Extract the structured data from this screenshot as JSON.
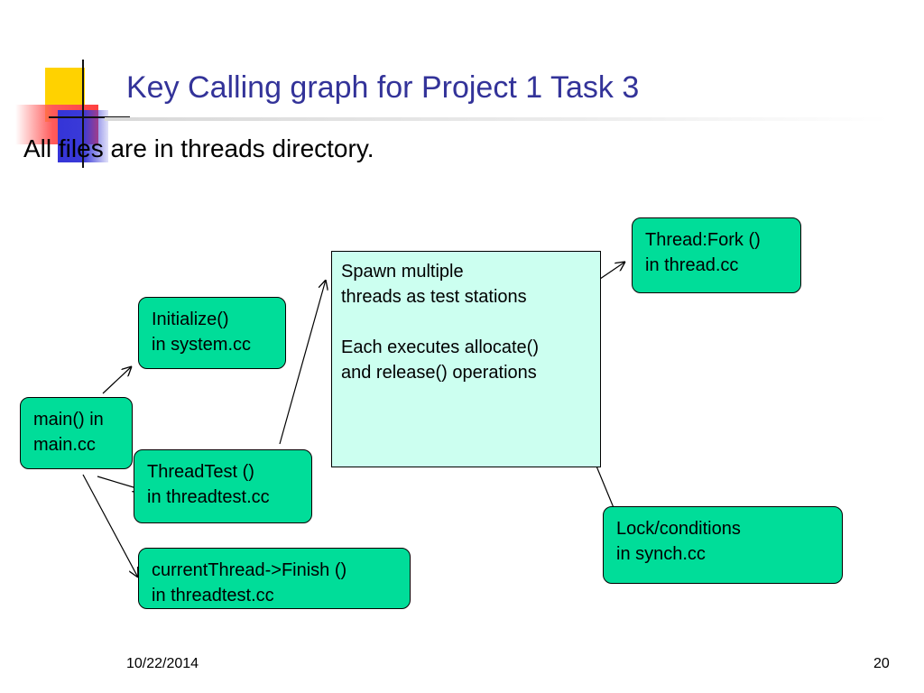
{
  "slide": {
    "title": "Key Calling graph for Project 1 Task 3",
    "subtitle": "All files are in threads directory."
  },
  "nodes": {
    "main": "main() in\nmain.cc",
    "initialize": "Initialize()\nin system.cc",
    "threadtest": "ThreadTest ()\nin threadtest.cc",
    "finish": "currentThread->Finish ()\nin threadtest.cc",
    "spawn": "Spawn multiple\nthreads as test stations\n\nEach executes allocate()\nand release() operations",
    "fork": "Thread:Fork ()\nin thread.cc",
    "lock": "Lock/conditions\nin synch.cc"
  },
  "edges": [
    {
      "from": "main",
      "to": "initialize"
    },
    {
      "from": "main",
      "to": "threadtest"
    },
    {
      "from": "main",
      "to": "finish"
    },
    {
      "from": "threadtest",
      "to": "spawn"
    },
    {
      "from": "spawn",
      "to": "fork"
    },
    {
      "from": "spawn",
      "to": "lock"
    }
  ],
  "footer": {
    "date": "10/22/2014",
    "page": "20"
  },
  "colors": {
    "title": "#333399",
    "node_fill": "#00dd99",
    "note_fill": "#ccfff0"
  }
}
